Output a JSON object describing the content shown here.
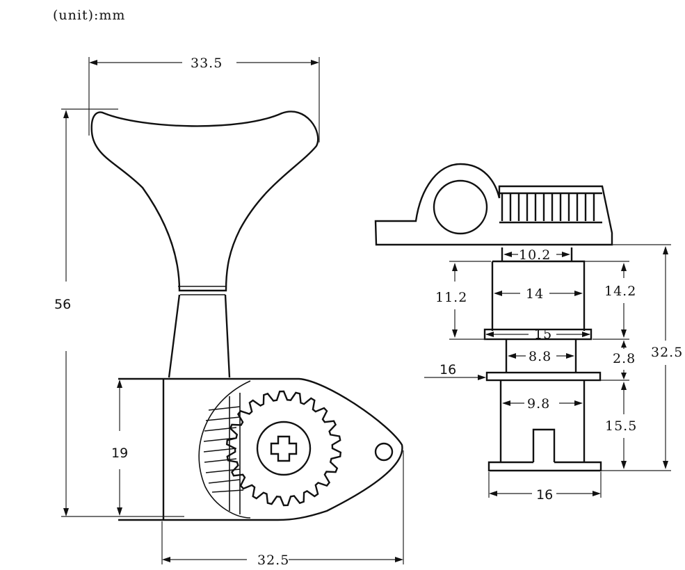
{
  "unit_label": "(unit):mm",
  "dimensions": {
    "knob_width": "33.5",
    "total_height": "56",
    "housing_height": "19",
    "housing_length": "32.5",
    "bushing_top_inner": "10.2",
    "bushing_height": "11.2",
    "bushing_width": "14",
    "bushing_overall": "14.2",
    "washer_width": "15",
    "post_width": "8.8",
    "washer_gap": "2.8",
    "overall_side_height": "32.5",
    "flange_label": "16",
    "lower_body_width": "9.8",
    "lower_height": "15.5",
    "base_width": "16"
  }
}
